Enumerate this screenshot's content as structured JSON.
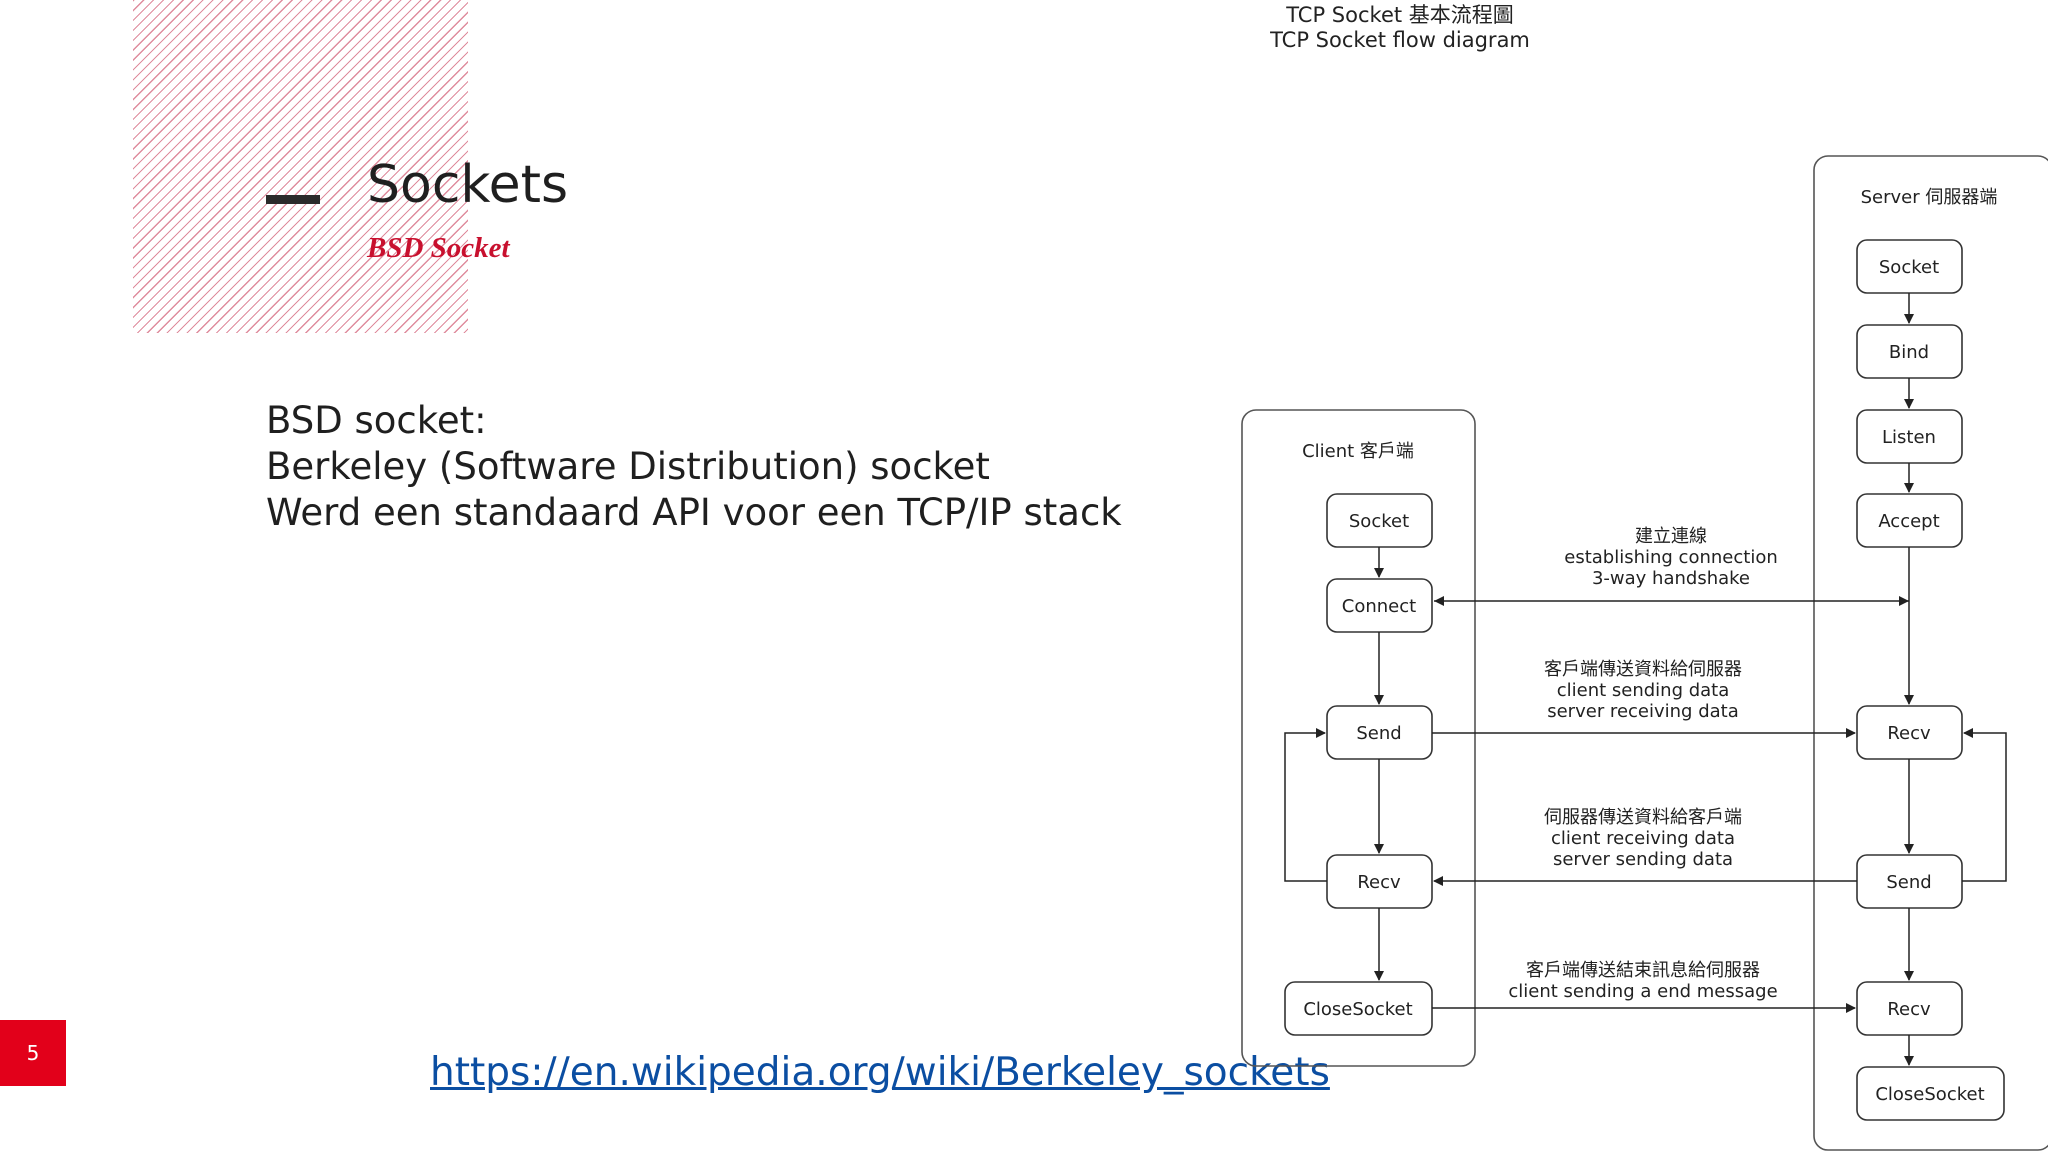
{
  "slide": {
    "title": "Sockets",
    "subtitle": "BSD Socket",
    "page_number": "5",
    "body_lines": [
      "BSD socket:",
      "Berkeley (Software Distribution) socket",
      "Werd een standaard API voor een TCP/IP stack"
    ],
    "link_text": "https://en.wikipedia.org/wiki/Berkeley_sockets"
  },
  "diagram": {
    "title_zh": "TCP Socket 基本流程圖",
    "title_en": "TCP Socket flow diagram",
    "client": {
      "label": "Client 客戶端",
      "steps": [
        "Socket",
        "Connect",
        "Send",
        "Recv",
        "CloseSocket"
      ]
    },
    "server": {
      "label": "Server 伺服器端",
      "steps": [
        "Socket",
        "Bind",
        "Listen",
        "Accept",
        "Recv",
        "Send",
        "Recv",
        "CloseSocket"
      ]
    },
    "messages": [
      {
        "zh": "建立連線",
        "lines": [
          "establishing connection",
          "3-way handshake"
        ]
      },
      {
        "zh": "客戶端傳送資料給伺服器",
        "lines": [
          "client sending data",
          "server receiving data"
        ]
      },
      {
        "zh": "伺服器傳送資料給客戶端",
        "lines": [
          "client receiving data",
          "server sending data"
        ]
      },
      {
        "zh": "客戶端傳送結束訊息給伺服器",
        "lines": [
          "client sending a end message"
        ]
      }
    ]
  },
  "colors": {
    "accent_red": "#e2001a",
    "subtitle_red": "#c8102e",
    "link_blue": "#0b4ea2",
    "hatch_pink": "#d9788c"
  }
}
